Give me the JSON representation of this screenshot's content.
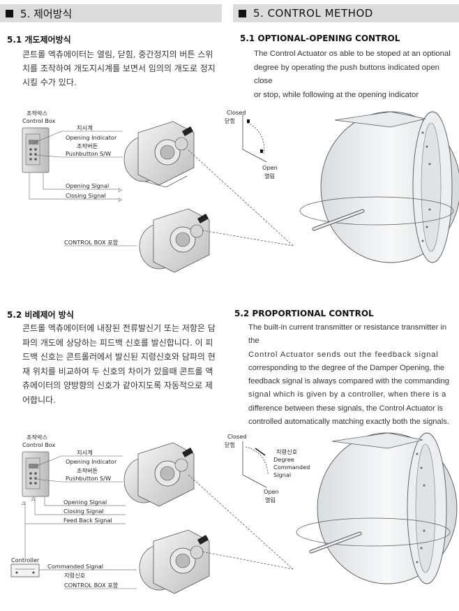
{
  "header": {
    "korean": "5. 제어방식",
    "english": "5. CONTROL METHOD"
  },
  "section1": {
    "ko_title": "5.1 개도제어방식",
    "ko_lines": [
      "콘트롤 엑츄에이터는 열림, 닫힘, 중간정지의 버튼 스위",
      "치를 조작하여 개도지시계를 보면서 임의의 개도로 정지",
      "시킬 수가 있다."
    ],
    "en_title": "5.1 OPTIONAL-OPENING CONTROL",
    "en_lines": [
      "The Control Actuator os able to be stoped at an optional",
      "degree by operating the push buttons indicated open close",
      "or stop, while following at the opening indicator"
    ]
  },
  "diagram1": {
    "control_box_ko": "조작박스",
    "control_box_en": "Control Box",
    "indicator_ko": "지시계",
    "indicator_en": "Opening Indicator",
    "pushbutton_ko": "조작버튼",
    "pushbutton_en": "Pushbutton S/W",
    "opening_signal": "Opening Signal",
    "closing_signal": "Closing Signal",
    "control_box_incl": "CONTROL BOX 포함",
    "closed_en": "Closed",
    "closed_ko": "닫힘",
    "open_en": "Open",
    "open_ko": "열림"
  },
  "section2": {
    "ko_title": "5.2 비례제어 방식",
    "ko_lines": [
      "콘트롤 엑츄에이터에 내장된 전류발신기 또는 저항은 담",
      "파의 개도에 상당하는 피드백 신호를 발신합니다. 이 피",
      "드백 신호는 콘트롤러에서 발신된 지령신호와 담파의 현",
      "재 위치를 비교하여 두 신호의 차이가 있을때 콘트롤 액",
      "츄에이터의 양방향의 신호가 같아지도록 자동적으로 제",
      "어합니다."
    ],
    "en_title": "5.2 PROPORTIONAL CONTROL",
    "en_lines": [
      "The built-in current transmitter or resistance transmitter in the",
      "Control Actuator sends out the feedback signal",
      "corresponding to the degree of the Damper Opening, the",
      "feedback signal is always compared with the commanding",
      "signal which is given by a controller, when there is a",
      "difference between these signals, the Control Actuator is",
      "controlled automatically matching exactly both the signals."
    ]
  },
  "diagram2": {
    "control_box_ko": "조작박스",
    "control_box_en": "Control Box",
    "indicator_ko": "지시계",
    "indicator_en": "Opening Indicator",
    "pushbutton_ko": "조작버튼",
    "pushbutton_en": "Pushbutton S/W",
    "opening_signal": "Opening Signal",
    "closing_signal": "Closing Signal",
    "feedback_signal": "Feed Back Signal",
    "controller": "Controller",
    "commanded_signal": "Commanded Signal",
    "commanded_ko": "지령신호",
    "control_box_incl": "CONTROL BOX 포함",
    "closed_en": "Closed",
    "closed_ko": "닫힘",
    "open_en": "Open",
    "open_ko": "열림",
    "degree_ko": "지령신호",
    "degree_l1": "Degree",
    "degree_l2": "Commanded",
    "degree_l3": "Signal"
  }
}
